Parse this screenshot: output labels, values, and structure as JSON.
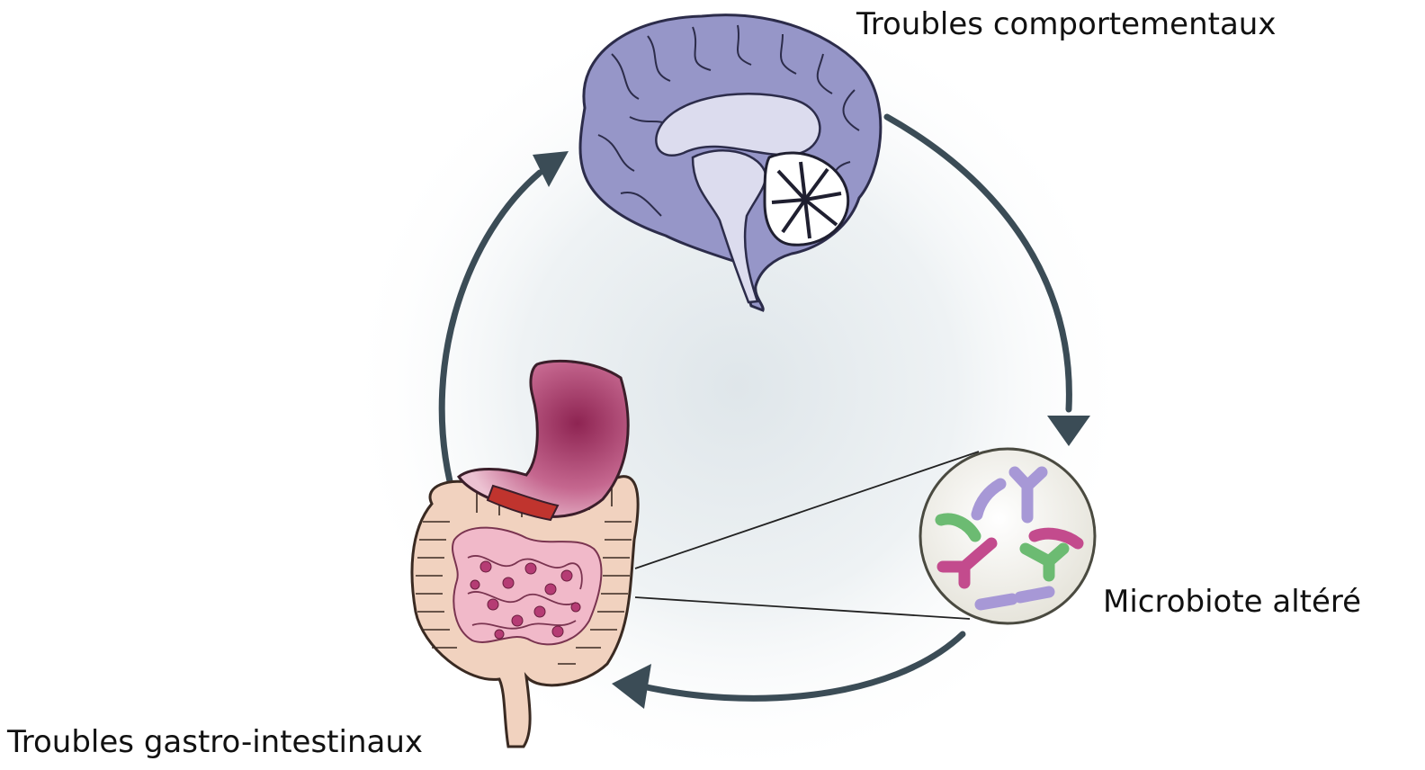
{
  "labels": {
    "behavioral": "Troubles comportementaux",
    "microbiota": "Microbiote altéré",
    "gastrointestinal": "Troubles gastro-intestinaux"
  },
  "colors": {
    "background_glow": "#dfe6ea",
    "arrow": "#3b4c56",
    "brain": "#9696c8",
    "brain_light": "#dcdcee",
    "stomach": "#b0406e",
    "colon": "#f1d2bf",
    "small_intestine": "#f1b9c9",
    "bacteria_green": "#6cbb72",
    "bacteria_magenta": "#c34b8d",
    "bacteria_lavender": "#a798d6"
  },
  "icons": [
    "brain-illustration",
    "gut-illustration",
    "bacteria-magnifier"
  ]
}
